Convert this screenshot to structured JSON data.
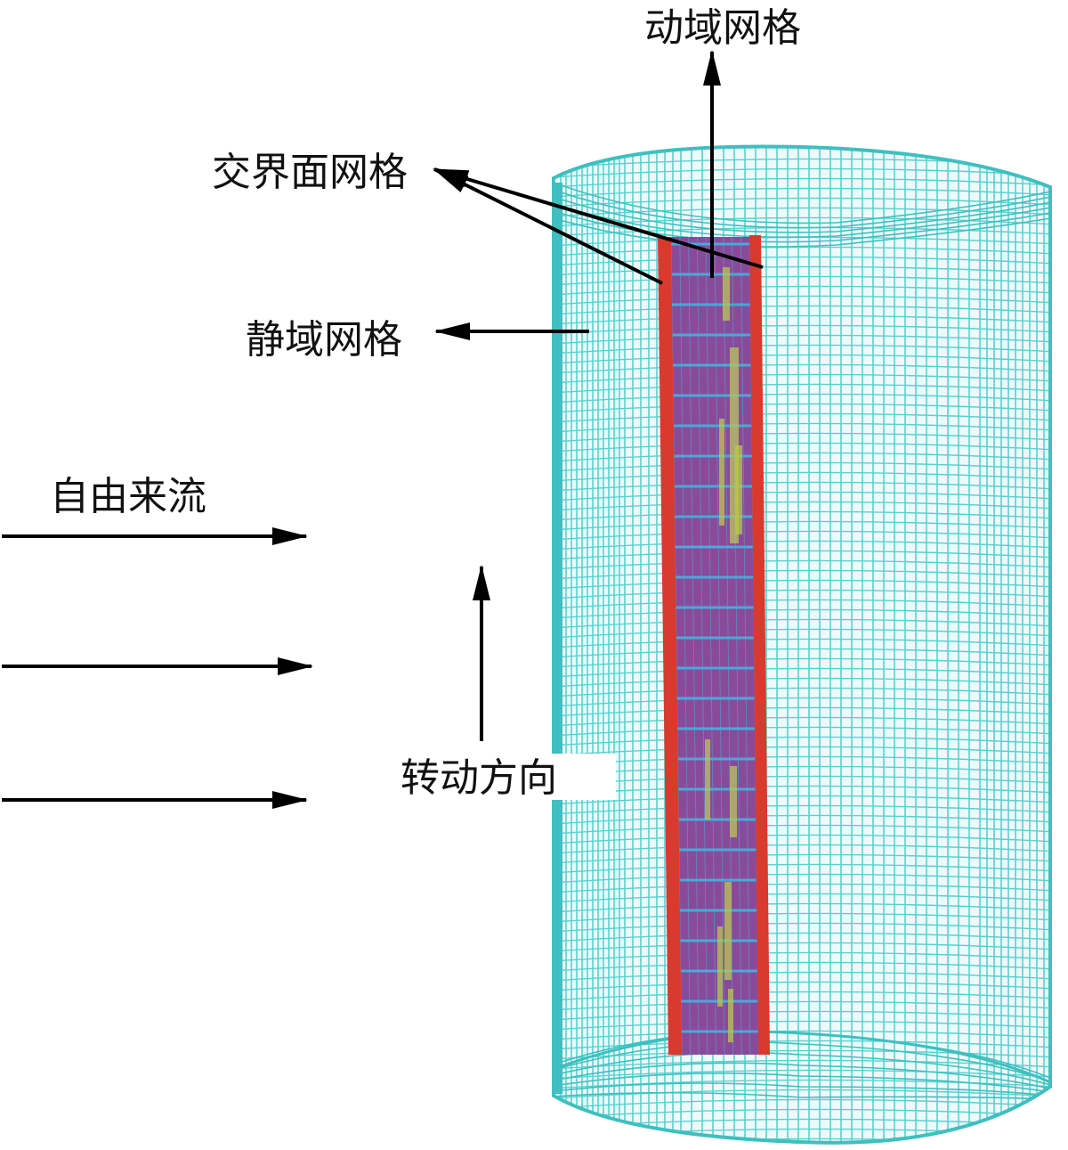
{
  "labels": {
    "moving_domain_mesh": "动域网格",
    "interface_mesh": "交界面网格",
    "static_domain_mesh": "静域网格",
    "free_stream": "自由来流",
    "rotation_direction": "转动方向"
  },
  "colors": {
    "static_mesh": "#5ccfcf",
    "static_mesh_dark": "#3fbfbf",
    "moving_mesh_fill": "#8a4a9a",
    "moving_mesh_line": "#4aa8d8",
    "interface_mesh": "#d83a2e",
    "hotspots": "#b8c850",
    "arrows": "#000000"
  }
}
